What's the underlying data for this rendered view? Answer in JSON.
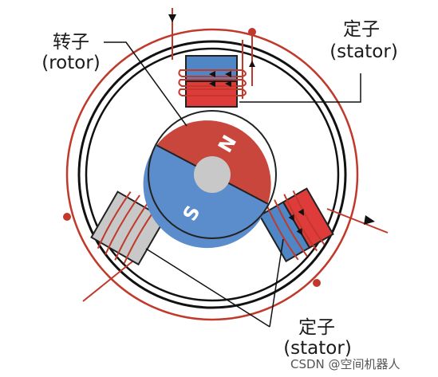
{
  "labels": {
    "rotor_cn": "转子",
    "rotor_en": "(rotor)",
    "stator_top_cn": "定子",
    "stator_top_en": "(stator)",
    "stator_bottom_cn": "定子",
    "stator_bottom_en": "(stator)"
  },
  "poles": {
    "north": "N",
    "south": "S"
  },
  "watermark": "CSDN @空间机器人",
  "colors": {
    "north": "#c8463c",
    "south": "#5b8ccb",
    "stator_red": "#e03b3b",
    "stator_blue": "#4f86c6",
    "stator_gray": "#c8c8c8",
    "coil": "#c0392b",
    "ring": "#111111",
    "outer_wire": "#c0392b"
  }
}
